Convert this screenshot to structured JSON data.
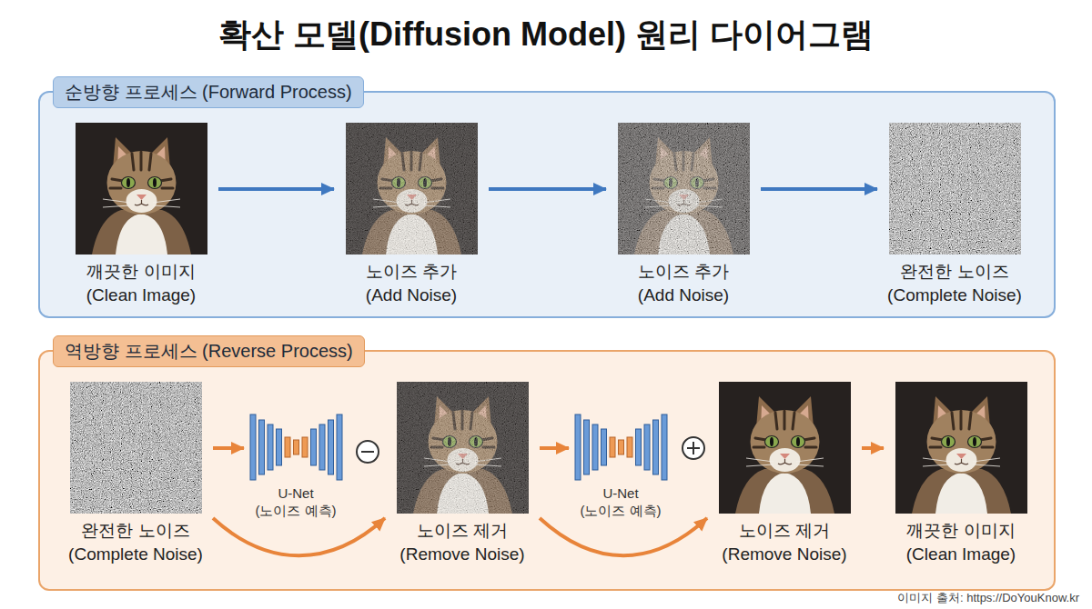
{
  "diagram": {
    "title": "확산 모델(Diffusion Model) 원리 다이어그램",
    "nodes": [
      {
        "text": [
          "순방향 프로세스 (Forward Process)"
        ]
      },
      {
        "text": [
          "깨끗한 이미지",
          "(Clean Image)"
        ],
        "in": 0
      },
      {
        "text": [
          "노이즈 추가",
          "(Add Noise)"
        ],
        "in": 0
      },
      {
        "text": [
          "노이즈 추가",
          "(Add Noise)"
        ],
        "in": 0
      },
      {
        "text": [
          "완전한 노이즈",
          "(Complete Noise)"
        ],
        "in": 0
      },
      {
        "text": [
          "역방향 프로세스 (Reverse Process)"
        ]
      },
      {
        "text": [
          "완전한 노이즈",
          "(Complete Noise)"
        ],
        "in": 5
      },
      {
        "text": [
          "U-Net",
          "(노이즈 예측)"
        ],
        "in": 5
      },
      {
        "text": [
          "노이즈 제거",
          "(Remove Noise)"
        ],
        "in": 5
      },
      {
        "text": [
          "U-Net",
          "(노이즈 예측)"
        ],
        "in": 5
      },
      {
        "text": [
          "노이즈 제거",
          "(Remove Noise)"
        ],
        "in": 5
      },
      {
        "text": [
          "깨끗한 이미지",
          "(Clean Image)"
        ],
        "in": 5
      }
    ],
    "edges": [
      {
        "from": 1,
        "to": 2,
        "arrow": "to"
      },
      {
        "from": 2,
        "to": 3,
        "arrow": "to"
      },
      {
        "from": 3,
        "to": 4,
        "arrow": "to"
      },
      {
        "from": 6,
        "to": 7,
        "arrow": "to"
      },
      {
        "from": 6,
        "to": 8,
        "arrow": "to"
      },
      {
        "from": 8,
        "to": 9,
        "arrow": "to"
      },
      {
        "from": 8,
        "to": 10,
        "arrow": "to"
      },
      {
        "from": 10,
        "to": 11,
        "arrow": "to"
      }
    ],
    "labels": [
      "이미지 출처: https://DoYouKnow.kr"
    ]
  }
}
